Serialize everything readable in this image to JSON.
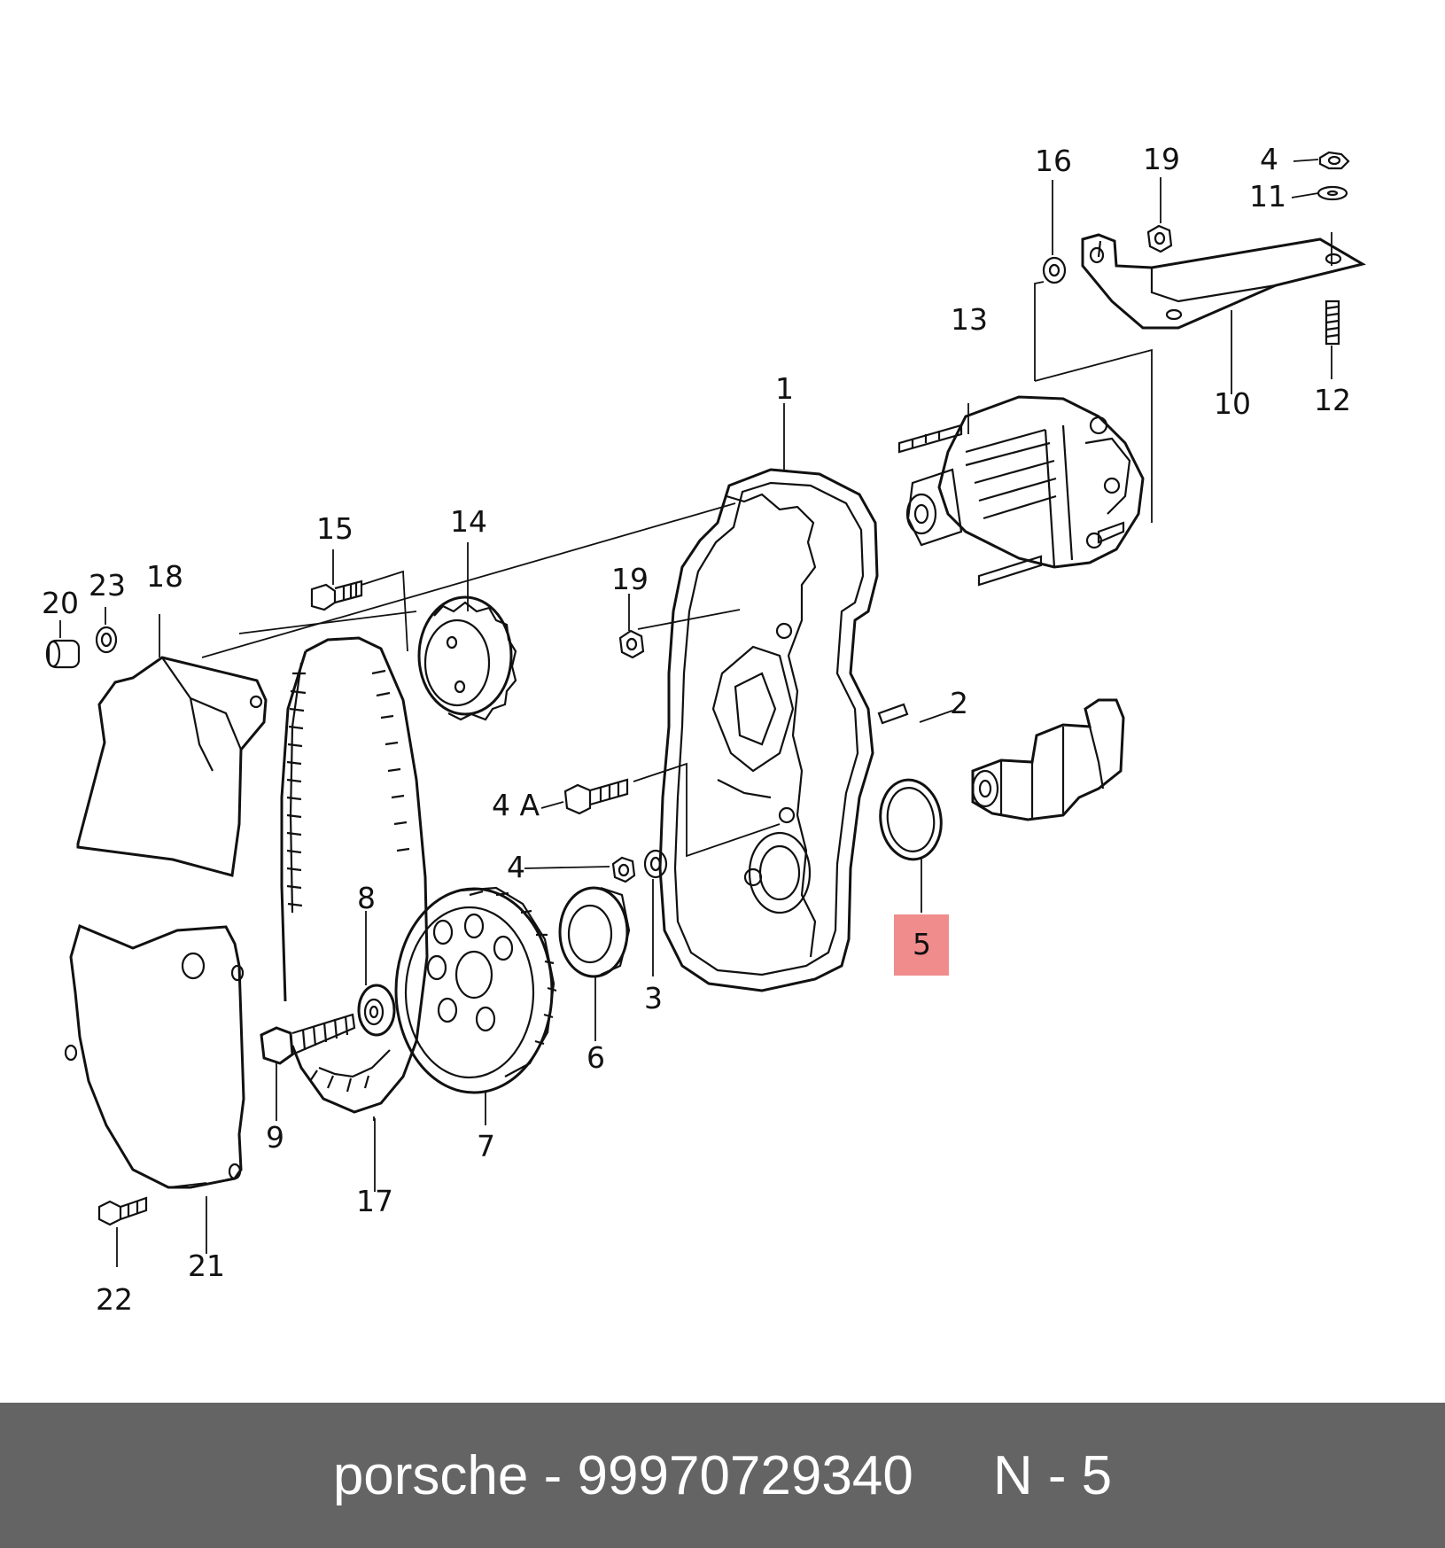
{
  "diagram": {
    "highlight_color": "#f08c8c",
    "highlighted_part": "5",
    "part_labels": {
      "p1": "1",
      "p2": "2",
      "p3": "3",
      "p4a": "4",
      "p4b": "4",
      "p4A": "4 A",
      "p5": "5",
      "p6": "6",
      "p7": "7",
      "p8": "8",
      "p9": "9",
      "p10": "10",
      "p11": "11",
      "p12": "12",
      "p13": "13",
      "p14": "14",
      "p15": "15",
      "p16": "16",
      "p17": "17",
      "p18": "18",
      "p19a": "19",
      "p19b": "19",
      "p20": "20",
      "p21": "21",
      "p22": "22",
      "p23": "23"
    }
  },
  "footer": {
    "brand": "porsche",
    "separator": "-",
    "part_number": "99970729340",
    "position_label": "N - 5",
    "background_color": "#646464"
  }
}
